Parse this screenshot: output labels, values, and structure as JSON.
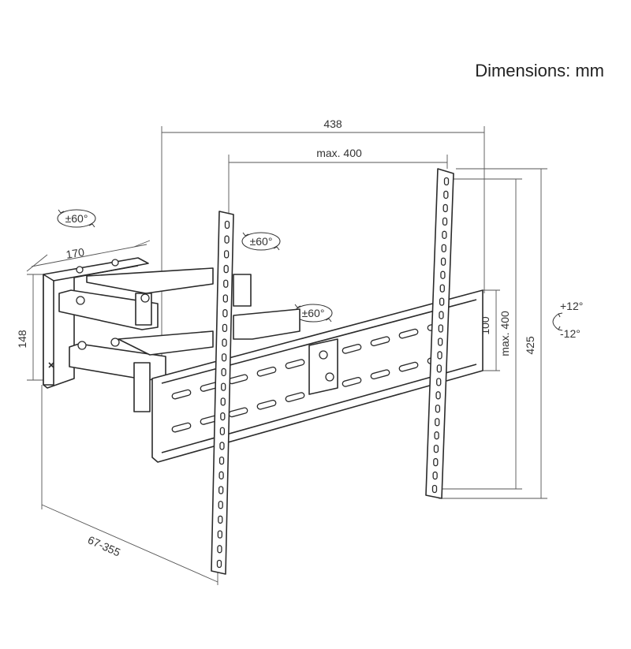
{
  "title": "Dimensions: mm",
  "dimensions": {
    "overall_width": "438",
    "max_hole_width": "max. 400",
    "max_hole_height": "max. 400",
    "overall_height": "425",
    "wall_plate_height": "148",
    "wall_plate_width": "170",
    "rail_height": "100",
    "extension": "67-355"
  },
  "swivel": {
    "wall_joint": "±60°",
    "middle_joint": "±60°",
    "tv_joint": "±60°"
  },
  "tilt": {
    "up": "+12°",
    "down": "-12°"
  },
  "colors": {
    "line": "#2b2b2b",
    "dimension_line": "#555555",
    "background": "#ffffff"
  }
}
